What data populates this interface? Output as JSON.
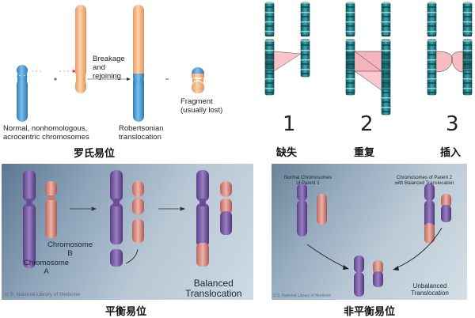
{
  "robertsonian": {
    "caption": "罗氏易位",
    "breakage_label_1": "Breakage",
    "breakage_label_2": "and",
    "breakage_label_3": "rejoining",
    "normal_label_1": "Normal, nonhomologous,",
    "normal_label_2": "acrocentric chromosomes",
    "result_label_1": "Robertsonian",
    "result_label_2": "translocation",
    "fragment_label_1": "Fragment",
    "fragment_label_2": "(usually lost)",
    "colors": {
      "blue": "#4b9fd6",
      "orange": "#f2b183"
    }
  },
  "structural": {
    "items": [
      {
        "number": "1",
        "caption": "缺失"
      },
      {
        "number": "2",
        "caption": "重复"
      },
      {
        "number": "3",
        "caption": "插入"
      }
    ],
    "colors": {
      "chromosome": "#1d7f86",
      "highlight": "#f6b8bf"
    }
  },
  "balanced": {
    "caption": "平衡易位",
    "chromosome_b_1": "Chromosome",
    "chromosome_b_2": "B",
    "chromosome_a_1": "Chromosome",
    "chromosome_a_2": "A",
    "result_1": "Balanced",
    "result_2": "Translocation",
    "watermark": "U.S. National Library of Medicine",
    "colors": {
      "purple": "#7d5fa6",
      "pink": "#d98c86"
    }
  },
  "unbalanced": {
    "caption": "非平衡易位",
    "parent1_1": "Normal Chromosomes",
    "parent1_2": "of Parent 1",
    "parent2_1": "Chromosomes of Parent 2",
    "parent2_2": "with Balanced Translocation",
    "result_1": "Unbalanced",
    "result_2": "Translocation",
    "watermark": "U.S. National Library of Medicine"
  }
}
